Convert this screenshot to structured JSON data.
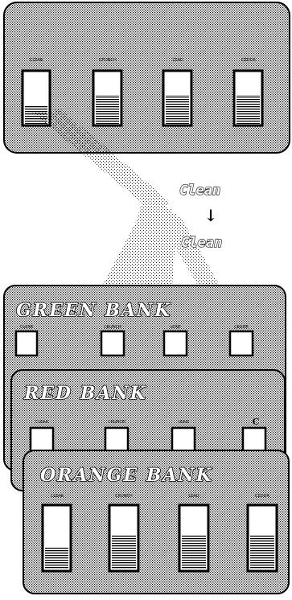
{
  "top_panel": {
    "slots": [
      {
        "label": "CLEAR"
      },
      {
        "label": "CRUNCH"
      },
      {
        "label": "LEAD"
      },
      {
        "label": "CEDDR"
      }
    ]
  },
  "mapping": {
    "source": "Clean",
    "arrow": "↓",
    "target": "Clean"
  },
  "banks": [
    {
      "title": "GREEN BANK",
      "slots": [
        "CLEAR",
        "CRUNCH",
        "LEAD",
        "CEDDR"
      ]
    },
    {
      "title": "RED BANK",
      "slots": [
        "CLEAR",
        "CRUNCH",
        "LEAD",
        "C"
      ]
    },
    {
      "title": "ORANGE BANK",
      "slots": [
        "CLEAR",
        "CRUNCH",
        "LEAD",
        "CEDDR"
      ]
    }
  ]
}
